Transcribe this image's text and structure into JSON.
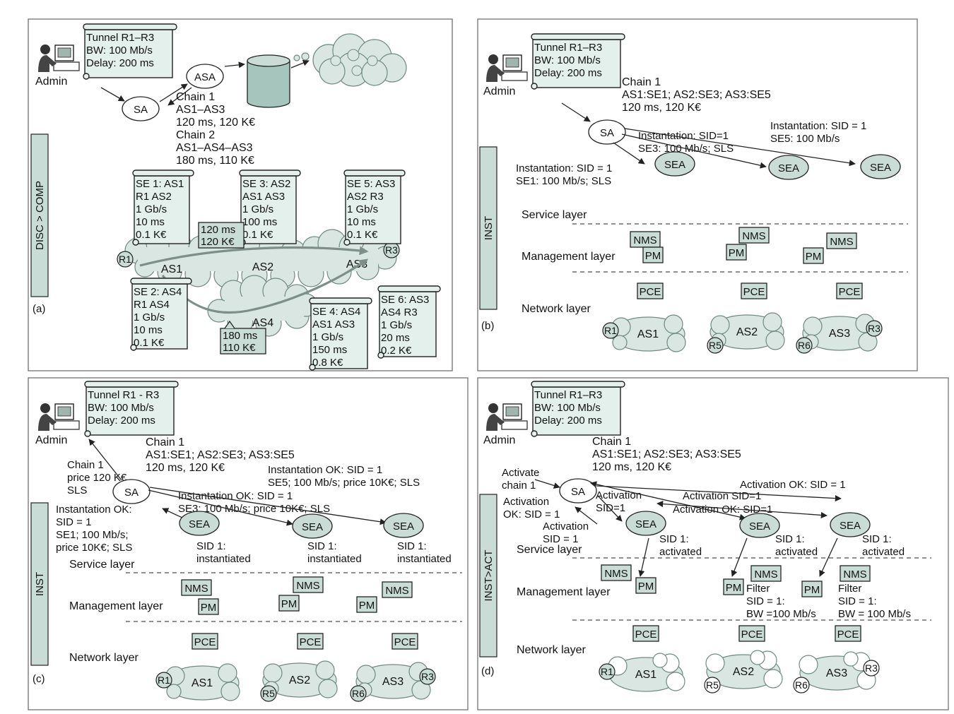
{
  "panels": {
    "a": {
      "label": "(a)",
      "side_tag": "DISC > COMP",
      "admin_label": "Admin",
      "request_lines": [
        "Tunnel R1–R3",
        "BW: 100 Mb/s",
        "Delay: 200 ms"
      ],
      "asa_label": "ASA",
      "sa_label": "SA",
      "chain_lines": [
        "Chain 1",
        "AS1–AS3",
        "120 ms, 120 K€",
        "Chain 2",
        "AS1–AS4–AS3",
        "180 ms, 110 K€"
      ],
      "se_scrolls": [
        {
          "lines": [
            "SE 1: AS1",
            "R1 AS2",
            "1 Gb/s",
            "10 ms",
            "0.1 K€"
          ]
        },
        {
          "lines": [
            "SE 3: AS2",
            "AS1 AS3",
            "1 Gb/s",
            "100 ms",
            "0.1 K€"
          ]
        },
        {
          "lines": [
            "SE 5: AS3",
            "AS2 R3",
            "1 Gb/s",
            "10 ms",
            "0.1 K€"
          ]
        },
        {
          "lines": [
            "SE 2: AS4",
            "R1 AS4",
            "1 Gb/s",
            "10 ms",
            "0.1 K€"
          ]
        },
        {
          "lines": [
            "SE 4: AS4",
            "AS1 AS3",
            "1 Gb/s",
            "150 ms",
            "0.8 K€"
          ]
        },
        {
          "lines": [
            "SE 6: AS3",
            "AS4 R3",
            "1 Gb/s",
            "20 ms",
            "0.2 K€"
          ]
        }
      ],
      "path1_box": [
        "120 ms",
        "120 K€"
      ],
      "path2_box": [
        "180 ms",
        "110 K€"
      ],
      "as_labels": [
        "AS1",
        "AS2",
        "AS3",
        "AS4"
      ],
      "routers": [
        "R1",
        "R3"
      ]
    },
    "b": {
      "label": "(b)",
      "side_tag": "INST",
      "admin_label": "Admin",
      "request_lines": [
        "Tunnel R1–R3",
        "BW: 100 Mb/s",
        "Delay: 200 ms"
      ],
      "chain_lines": [
        "Chain 1",
        "AS1:SE1; AS2:SE3; AS3:SE5",
        "120 ms, 120 K€"
      ],
      "sa_label": "SA",
      "inst_msgs": [
        [
          "Instantation: SID=1",
          "SE3: 100 Mb/s; SLS"
        ],
        [
          "Instantation: SID = 1",
          "SE5: 100 Mb/s"
        ],
        [
          "Instantation: SID = 1",
          "SE1: 100 Mb/s; SLS"
        ]
      ],
      "sea_labels": [
        "SEA",
        "SEA",
        "SEA"
      ],
      "layers": [
        "Service layer",
        "Management layer",
        "Network layer"
      ],
      "nms_label": "NMS",
      "pm_label": "PM",
      "pce_label": "PCE",
      "as_labels": [
        "AS1",
        "AS2",
        "AS3"
      ],
      "routers": [
        "R1",
        "R5",
        "R6",
        "R3"
      ]
    },
    "c": {
      "label": "(c)",
      "side_tag": "INST",
      "admin_label": "Admin",
      "request_lines": [
        "Tunnel R1 - R3",
        "BW: 100 Mb/s",
        "Delay: 200 ms"
      ],
      "chain_lines": [
        "Chain 1",
        "AS1:SE1; AS2:SE3; AS3:SE5",
        "120 ms, 120 K€"
      ],
      "reply_lines": [
        "Chain 1",
        "price 120 K€",
        "SLS"
      ],
      "sa_label": "SA",
      "ok_msgs": [
        [
          "Instantation OK: SID = 1",
          "SE5; 100 Mb/s; price 10K€; SLS"
        ],
        [
          "Instantation OK: SID = 1",
          "SE3; 100 Mb/s; price 10K€; SLS"
        ],
        [
          "Instantation OK:",
          "SID = 1",
          "SE1; 100 Mb/s;",
          "price 10K€; SLS"
        ]
      ],
      "sea_labels": [
        "SEA",
        "SEA",
        "SEA"
      ],
      "sid_status": [
        "SID 1:",
        "instantiated"
      ],
      "layers": [
        "Service layer",
        "Management layer",
        "Network layer"
      ],
      "nms_label": "NMS",
      "pm_label": "PM",
      "pce_label": "PCE",
      "as_labels": [
        "AS1",
        "AS2",
        "AS3"
      ],
      "routers": [
        "R1",
        "R5",
        "R6",
        "R3"
      ]
    },
    "d": {
      "label": "(d)",
      "side_tag": "INST>ACT",
      "admin_label": "Admin",
      "request_lines": [
        "Tunnel R1–R3",
        "BW: 100 Mb/s",
        "Delay: 200 ms"
      ],
      "chain_lines": [
        "Chain 1",
        "AS1:SE1; AS2:SE3; AS3:SE5",
        "120 ms, 120 K€"
      ],
      "activate_lines": [
        "Activate",
        "chain 1"
      ],
      "sa_label": "SA",
      "msgs": {
        "act_ok_top": "Activation OK: SID = 1",
        "act_sid_mid": "Activation SID=1",
        "act_ok_mid": "Activation OK: SID=1",
        "act_sid_left": [
          "Activation",
          "SID=1"
        ],
        "act_ok_left": [
          "Activation",
          "OK: SID = 1"
        ],
        "act_sea1": [
          "Activation",
          "SID = 1"
        ]
      },
      "sea_labels": [
        "SEA",
        "SEA",
        "SEA"
      ],
      "sid_status": [
        "SID 1:",
        "activated"
      ],
      "layers": [
        "Service layer",
        "Management layer",
        "Network layer"
      ],
      "nms_label": "NMS",
      "pm_label": "PM",
      "pce_label": "PCE",
      "filter_lines": [
        "Filter",
        "SID = 1:",
        "BW =100 Mb/s"
      ],
      "filter_lines_3": [
        "Filter",
        "SID = 1:",
        "BW = 100 Mb/s"
      ],
      "as_labels": [
        "AS1",
        "AS2",
        "AS3"
      ],
      "routers": [
        "R1",
        "R5",
        "R6",
        "R3"
      ]
    }
  },
  "colors": {
    "fill_teal": "#c9ddd6",
    "cloud": "#d9e6e2",
    "arrow_gray": "#7e8e8a"
  }
}
